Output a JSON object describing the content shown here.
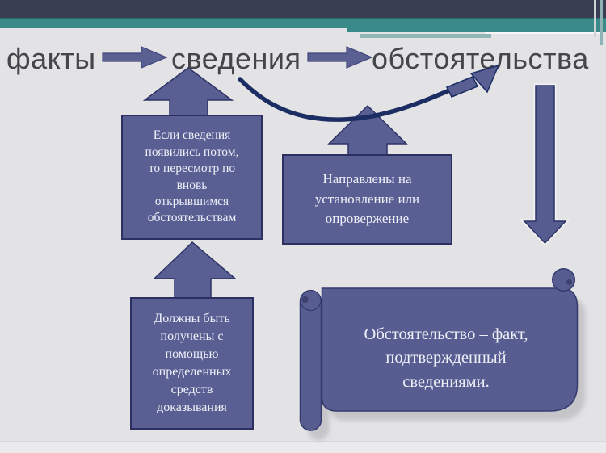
{
  "slide": {
    "title_row": {
      "words": [
        "факты",
        "сведения",
        "обстоятельства"
      ]
    },
    "boxes": {
      "revision": {
        "text": "Если сведения появились потом, то пересмотр по вновь открывшимся обстоятельствам"
      },
      "aim": {
        "text": "Направлены на установление или опровержение"
      },
      "means": {
        "text": "Должны быть получены с помощью определенных средств доказывания"
      },
      "definition": {
        "text": "Обстоятельство – факт, подтвержденный сведениями."
      }
    },
    "icons": {
      "title_arrows": "right-block-arrow",
      "up_arrows": "up-block-arrow",
      "down_arrow": "down-block-arrow",
      "curved_arrow": "curved-up-right-arrow",
      "scroll_shape": "horizontal-scroll"
    },
    "colors": {
      "background": "#e3e3e5",
      "navy_bar": "#3a3e52",
      "teal_band": "#3a8a8a",
      "teal_light": "#90b6b6",
      "accent_slate": "#5a5f93",
      "shape_border": "#2e3366",
      "curve_navy": "#1b2d62",
      "title_text": "#45454c",
      "box_text": "#eef0f8"
    }
  }
}
